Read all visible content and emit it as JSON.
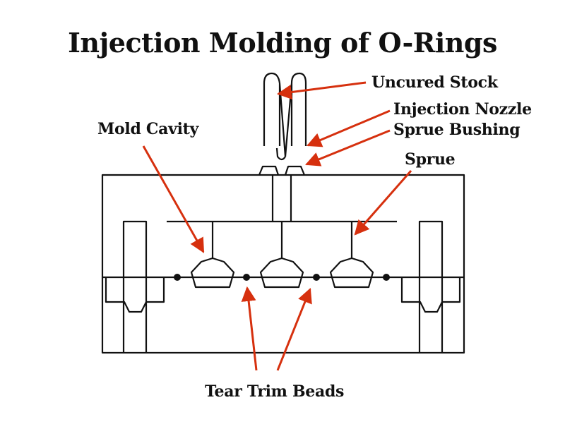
{
  "title": "Injection Molding of O-Rings",
  "labels": {
    "uncured_stock": "Uncured Stock",
    "injection_nozzle": "Injection Nozzle",
    "sprue_bushing": "Sprue Bushing",
    "mold_cavity": "Mold Cavity",
    "sprue": "Sprue",
    "tear_trim_beads": "Tear Trim Beads"
  },
  "colors": {
    "line": "#111111",
    "arrow": "#d6300e",
    "arrow_dark": "#8a1a05"
  }
}
